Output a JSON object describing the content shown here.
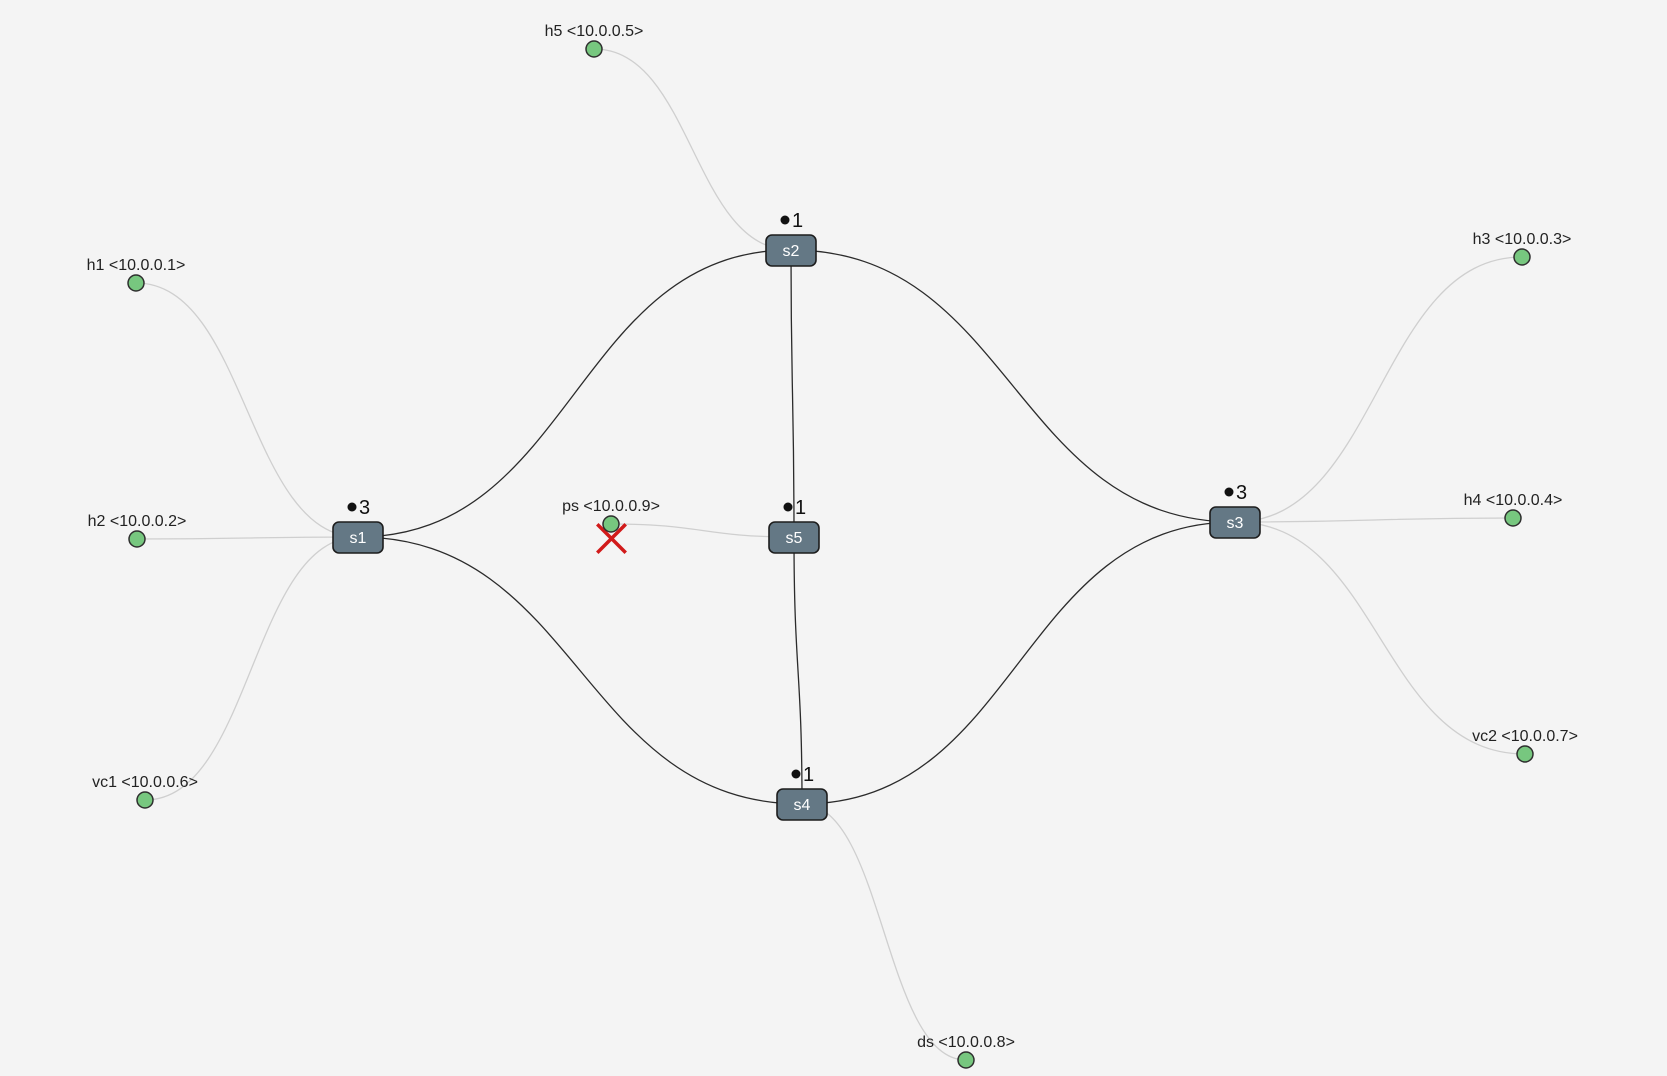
{
  "switches": [
    {
      "id": "s1",
      "label": "s1",
      "badge": "3"
    },
    {
      "id": "s2",
      "label": "s2",
      "badge": "1"
    },
    {
      "id": "s3",
      "label": "s3",
      "badge": "3"
    },
    {
      "id": "s4",
      "label": "s4",
      "badge": "1"
    },
    {
      "id": "s5",
      "label": "s5",
      "badge": "1"
    }
  ],
  "hosts": [
    {
      "id": "h1",
      "label": "h1 <10.0.0.1>"
    },
    {
      "id": "h2",
      "label": "h2 <10.0.0.2>"
    },
    {
      "id": "vc1",
      "label": "vc1 <10.0.0.6>"
    },
    {
      "id": "h5",
      "label": "h5 <10.0.0.5>"
    },
    {
      "id": "ps",
      "label": "ps <10.0.0.9>"
    },
    {
      "id": "h3",
      "label": "h3 <10.0.0.3>"
    },
    {
      "id": "h4",
      "label": "h4 <10.0.0.4>"
    },
    {
      "id": "vc2",
      "label": "vc2 <10.0.0.7>"
    },
    {
      "id": "ds",
      "label": "ds <10.0.0.8>"
    }
  ],
  "links": [
    {
      "from": "s1",
      "to": "s2",
      "kind": "switch"
    },
    {
      "from": "s1",
      "to": "s4",
      "kind": "switch"
    },
    {
      "from": "s2",
      "to": "s3",
      "kind": "switch"
    },
    {
      "from": "s4",
      "to": "s3",
      "kind": "switch"
    },
    {
      "from": "s2",
      "to": "s5",
      "kind": "switch"
    },
    {
      "from": "s5",
      "to": "s4",
      "kind": "switch"
    },
    {
      "from": "h1",
      "to": "s1",
      "kind": "host"
    },
    {
      "from": "h2",
      "to": "s1",
      "kind": "host"
    },
    {
      "from": "vc1",
      "to": "s1",
      "kind": "host"
    },
    {
      "from": "h5",
      "to": "s2",
      "kind": "host"
    },
    {
      "from": "ps",
      "to": "s5",
      "kind": "host",
      "failed": true
    },
    {
      "from": "h3",
      "to": "s3",
      "kind": "host"
    },
    {
      "from": "h4",
      "to": "s3",
      "kind": "host"
    },
    {
      "from": "vc2",
      "to": "s3",
      "kind": "host"
    },
    {
      "from": "ds",
      "to": "s4",
      "kind": "host"
    }
  ],
  "colors": {
    "switch_fill": "#647885",
    "host_fill": "#77c77f",
    "failure_mark": "#d11a1a"
  }
}
